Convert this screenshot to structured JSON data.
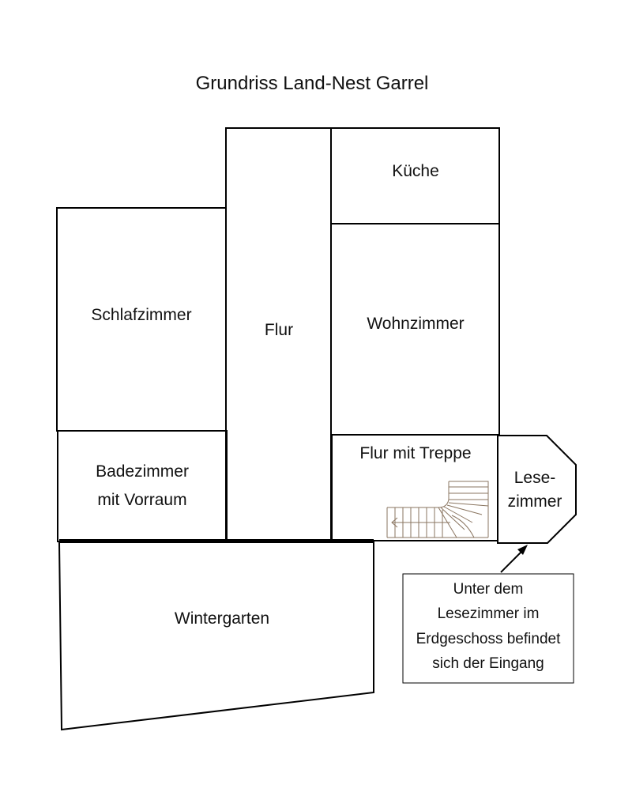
{
  "title": "Grundriss Land-Nest Garrel",
  "rooms": {
    "kueche": "Küche",
    "schlafzimmer": "Schlafzimmer",
    "flur": "Flur",
    "wohnzimmer": "Wohnzimmer",
    "badezimmer": [
      "Badezimmer",
      "mit Vorraum"
    ],
    "flur_treppe": "Flur mit Treppe",
    "lesezimmer": [
      "Lese-",
      "zimmer"
    ],
    "wintergarten": "Wintergarten"
  },
  "note": [
    "Unter dem",
    "Lesezimmer im",
    "Erdgeschoss befindet",
    "sich der Eingang"
  ]
}
